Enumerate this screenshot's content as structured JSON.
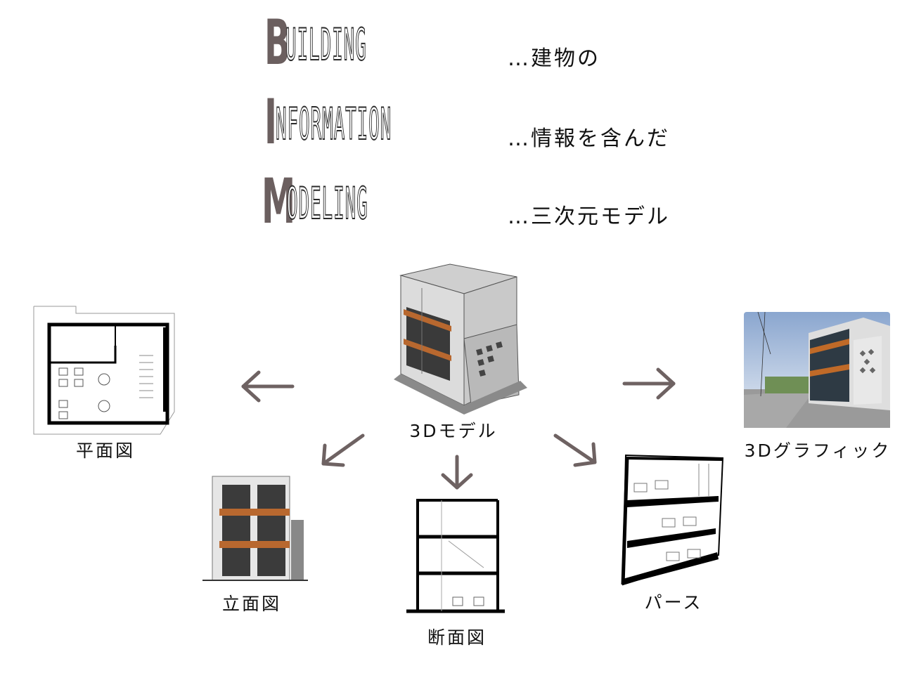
{
  "title": {
    "lines": [
      {
        "initial": "B",
        "rest": "UILDING",
        "gloss": "…建物の"
      },
      {
        "initial": "I",
        "rest": "NFORMATION",
        "gloss": "…情報を含んだ"
      },
      {
        "initial": "M",
        "rest": "ODELING",
        "gloss": "…三次元モデル"
      }
    ]
  },
  "nodes": {
    "center": "3Dモデル",
    "plan": "平面図",
    "elevation": "立面図",
    "section": "断面図",
    "perspective": "パース",
    "graphic": "3Dグラフィック"
  },
  "colors": {
    "accent": "#6b5f5f",
    "arrow": "#6e6262",
    "wood": "#b8682f"
  }
}
